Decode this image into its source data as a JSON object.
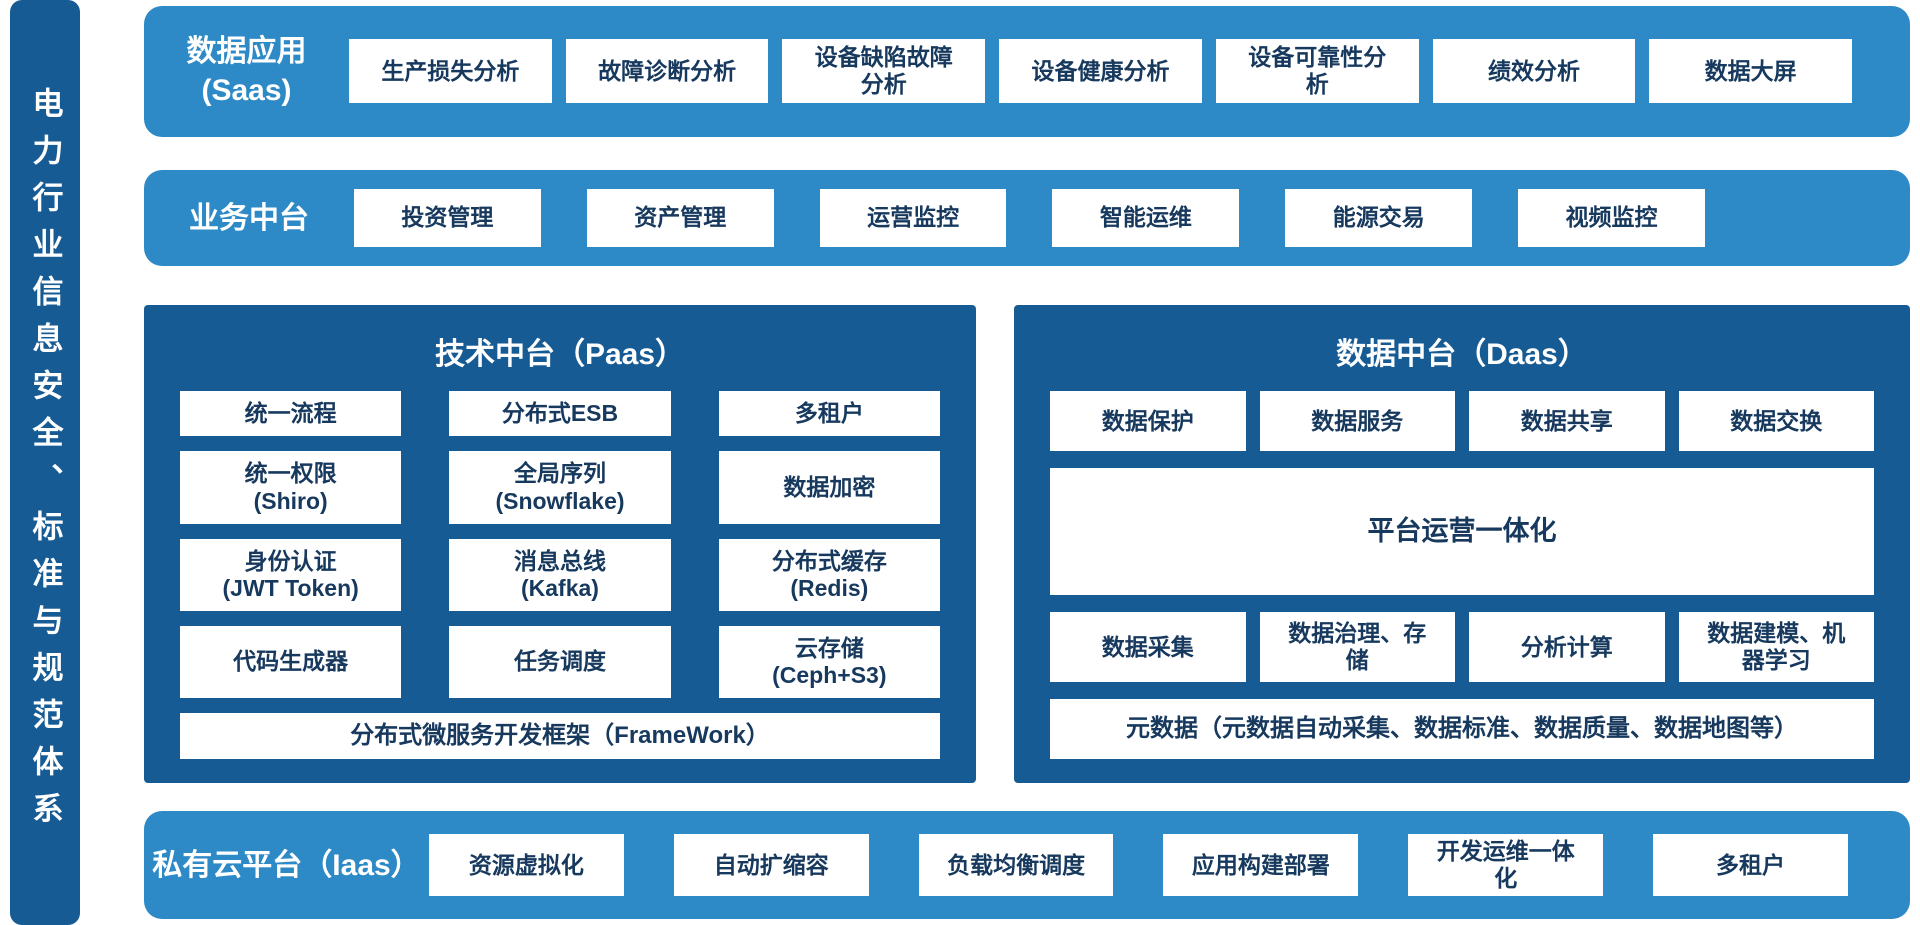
{
  "colors": {
    "band_blue": "#2d8ac6",
    "panel_blue": "#175b94",
    "sidebar_blue": "#175b94",
    "box_bg": "#ffffff",
    "box_text": "#17395e"
  },
  "sidebar": {
    "title": "电力行业信息安全、标准与规范体系"
  },
  "saas_band": {
    "label_line1": "数据应用",
    "label_line2": "(Saas)",
    "items": [
      "生产损失分析",
      "故障诊断分析",
      "设备缺陷故障\n分析",
      "设备健康分析",
      "设备可靠性分\n析",
      "绩效分析",
      "数据大屏"
    ]
  },
  "business_band": {
    "label": "业务中台",
    "items": [
      "投资管理",
      "资产管理",
      "运营监控",
      "智能运维",
      "能源交易",
      "视频监控"
    ]
  },
  "paas_panel": {
    "title": "技术中台（Paas）",
    "cells": [
      "统一流程",
      "分布式ESB",
      "多租户",
      "统一权限\n(Shiro)",
      "全局序列\n(Snowflake)",
      "数据加密",
      "身份认证\n(JWT Token)",
      "消息总线\n(Kafka)",
      "分布式缓存\n(Redis)",
      "代码生成器",
      "任务调度",
      "云存储\n(Ceph+S3)"
    ],
    "footer": "分布式微服务开发框架（FrameWork）"
  },
  "daas_panel": {
    "title": "数据中台（Daas）",
    "top_row": [
      "数据保护",
      "数据服务",
      "数据共享",
      "数据交换"
    ],
    "center": "平台运营一体化",
    "mid_row": [
      "数据采集",
      "数据治理、存\n储",
      "分析计算",
      "数据建模、机\n器学习"
    ],
    "footer": "元数据（元数据自动采集、数据标准、数据质量、数据地图等）"
  },
  "iaas_band": {
    "label": "私有云平台（Iaas）",
    "items": [
      "资源虚拟化",
      "自动扩缩容",
      "负载均衡调度",
      "应用构建部署",
      "开发运维一体\n化",
      "多租户"
    ]
  }
}
